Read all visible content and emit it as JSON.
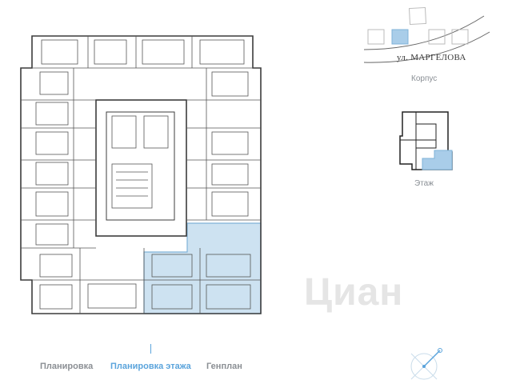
{
  "street": {
    "name": "ул. МАРГЕЛОВА"
  },
  "labels": {
    "korpus": "Корпус",
    "etazh": "Этаж"
  },
  "watermark": "Циан",
  "tabs": [
    {
      "label": "Планировка",
      "active": false
    },
    {
      "label": "Планировка этажа",
      "active": true
    },
    {
      "label": "Генплан",
      "active": false
    }
  ],
  "colors": {
    "highlight": "#cde2f1",
    "highlight_stroke": "#7fb2d8",
    "accent": "#5ba4dc",
    "wall": "#3c3c3c"
  },
  "icons": {
    "compass": "compass-icon"
  }
}
